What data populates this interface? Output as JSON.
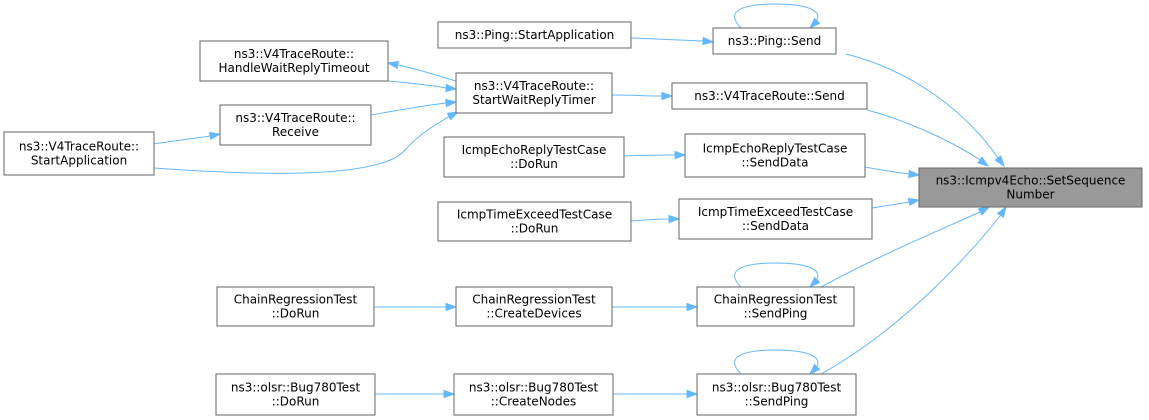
{
  "nodes": {
    "ping_startapp": {
      "lines": [
        "ns3::Ping::StartApplication"
      ]
    },
    "ping_send": {
      "lines": [
        "ns3::Ping::Send"
      ]
    },
    "handle_wait": {
      "lines": [
        "ns3::V4TraceRoute::",
        "HandleWaitReplyTimeout"
      ]
    },
    "start_wait": {
      "lines": [
        "ns3::V4TraceRoute::",
        "StartWaitReplyTimer"
      ]
    },
    "v4_send": {
      "lines": [
        "ns3::V4TraceRoute::Send"
      ]
    },
    "v4_receive": {
      "lines": [
        "ns3::V4TraceRoute::",
        "Receive"
      ]
    },
    "v4_startapp": {
      "lines": [
        "ns3::V4TraceRoute::",
        "StartApplication"
      ]
    },
    "echo_dorun": {
      "lines": [
        "IcmpEchoReplyTestCase",
        "::DoRun"
      ]
    },
    "echo_senddata": {
      "lines": [
        "IcmpEchoReplyTestCase",
        "::SendData"
      ]
    },
    "target": {
      "lines": [
        "ns3::Icmpv4Echo::SetSequence",
        "Number"
      ]
    },
    "exceed_dorun": {
      "lines": [
        "IcmpTimeExceedTestCase",
        "::DoRun"
      ]
    },
    "exceed_senddata": {
      "lines": [
        "IcmpTimeExceedTestCase",
        "::SendData"
      ]
    },
    "chain_dorun": {
      "lines": [
        "ChainRegressionTest",
        "::DoRun"
      ]
    },
    "chain_createdev": {
      "lines": [
        "ChainRegressionTest",
        "::CreateDevices"
      ]
    },
    "chain_sendping": {
      "lines": [
        "ChainRegressionTest",
        "::SendPing"
      ]
    },
    "bug_dorun": {
      "lines": [
        "ns3::olsr::Bug780Test",
        "::DoRun"
      ]
    },
    "bug_createnodes": {
      "lines": [
        "ns3::olsr::Bug780Test",
        "::CreateNodes"
      ]
    },
    "bug_sendping": {
      "lines": [
        "ns3::olsr::Bug780Test",
        "::SendPing"
      ]
    }
  },
  "edges": [
    [
      "ping_startapp",
      "ping_send"
    ],
    [
      "ping_send",
      "ping_send"
    ],
    [
      "ping_send",
      "target"
    ],
    [
      "start_wait",
      "handle_wait"
    ],
    [
      "handle_wait",
      "start_wait"
    ],
    [
      "start_wait",
      "v4_send"
    ],
    [
      "v4_send",
      "target"
    ],
    [
      "v4_receive",
      "start_wait"
    ],
    [
      "v4_startapp",
      "v4_receive"
    ],
    [
      "v4_startapp",
      "start_wait"
    ],
    [
      "echo_dorun",
      "echo_senddata"
    ],
    [
      "echo_senddata",
      "target"
    ],
    [
      "exceed_dorun",
      "exceed_senddata"
    ],
    [
      "exceed_senddata",
      "target"
    ],
    [
      "chain_dorun",
      "chain_createdev"
    ],
    [
      "chain_createdev",
      "chain_sendping"
    ],
    [
      "chain_sendping",
      "chain_sendping"
    ],
    [
      "chain_sendping",
      "target"
    ],
    [
      "bug_dorun",
      "bug_createnodes"
    ],
    [
      "bug_createnodes",
      "bug_sendping"
    ],
    [
      "bug_sendping",
      "bug_sendping"
    ],
    [
      "bug_sendping",
      "target"
    ]
  ]
}
